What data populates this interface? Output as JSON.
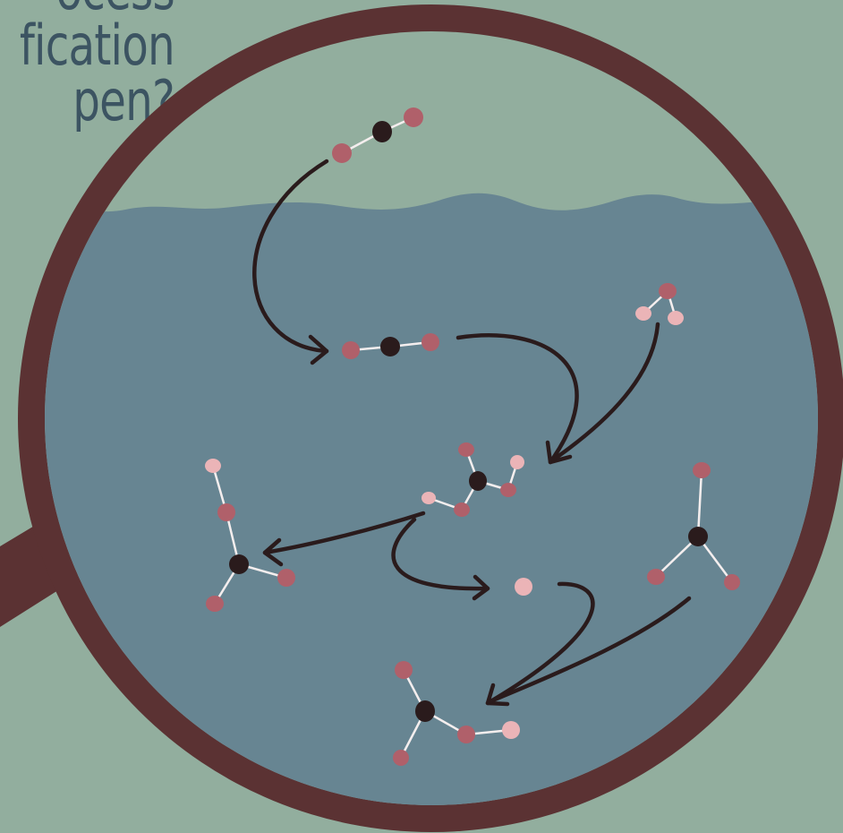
{
  "title_lines": [
    "ocess",
    "fication",
    "pen?"
  ],
  "colors": {
    "background": "#92ae9e",
    "title_text": "#3c5462",
    "lens_rim": "#5b3233",
    "water": "#678592",
    "air": "#92ae9e",
    "carbon": "#2a1b1c",
    "oxygen": "#b0606a",
    "hydrogen": "#ebb4b7",
    "bond": "#f4eeee",
    "arrow": "#2a1b1c"
  }
}
